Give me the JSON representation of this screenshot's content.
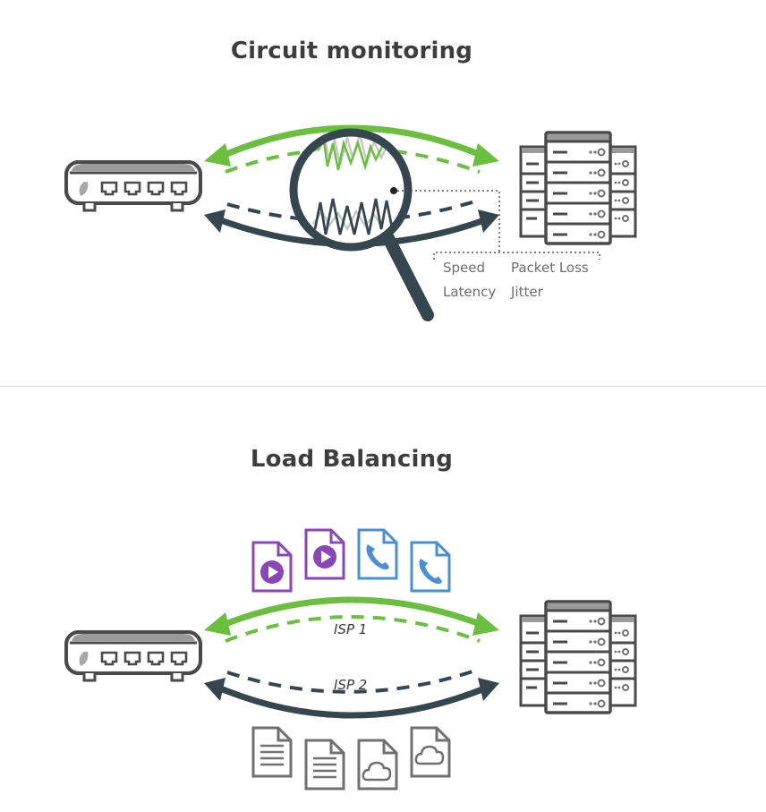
{
  "sections": {
    "circuit_monitoring": {
      "title": "Circuit monitoring",
      "metrics": [
        "Speed",
        "Packet Loss",
        "Latency",
        "Jitter"
      ]
    },
    "load_balancing": {
      "title": "Load Balancing",
      "links": [
        "ISP 1",
        "ISP 2"
      ],
      "isp1_traffic": [
        "video-file-icon",
        "video-file-icon",
        "phone-file-icon",
        "phone-file-icon"
      ],
      "isp2_traffic": [
        "text-file-icon",
        "text-file-icon",
        "cloud-file-icon",
        "cloud-file-icon"
      ]
    }
  },
  "colors": {
    "green": "#6abf3f",
    "dark": "#36464f",
    "purple": "#8a46b8",
    "blue": "#4a8fd6",
    "gray_icon": "#707070",
    "title_text": "#3d3d3d"
  }
}
